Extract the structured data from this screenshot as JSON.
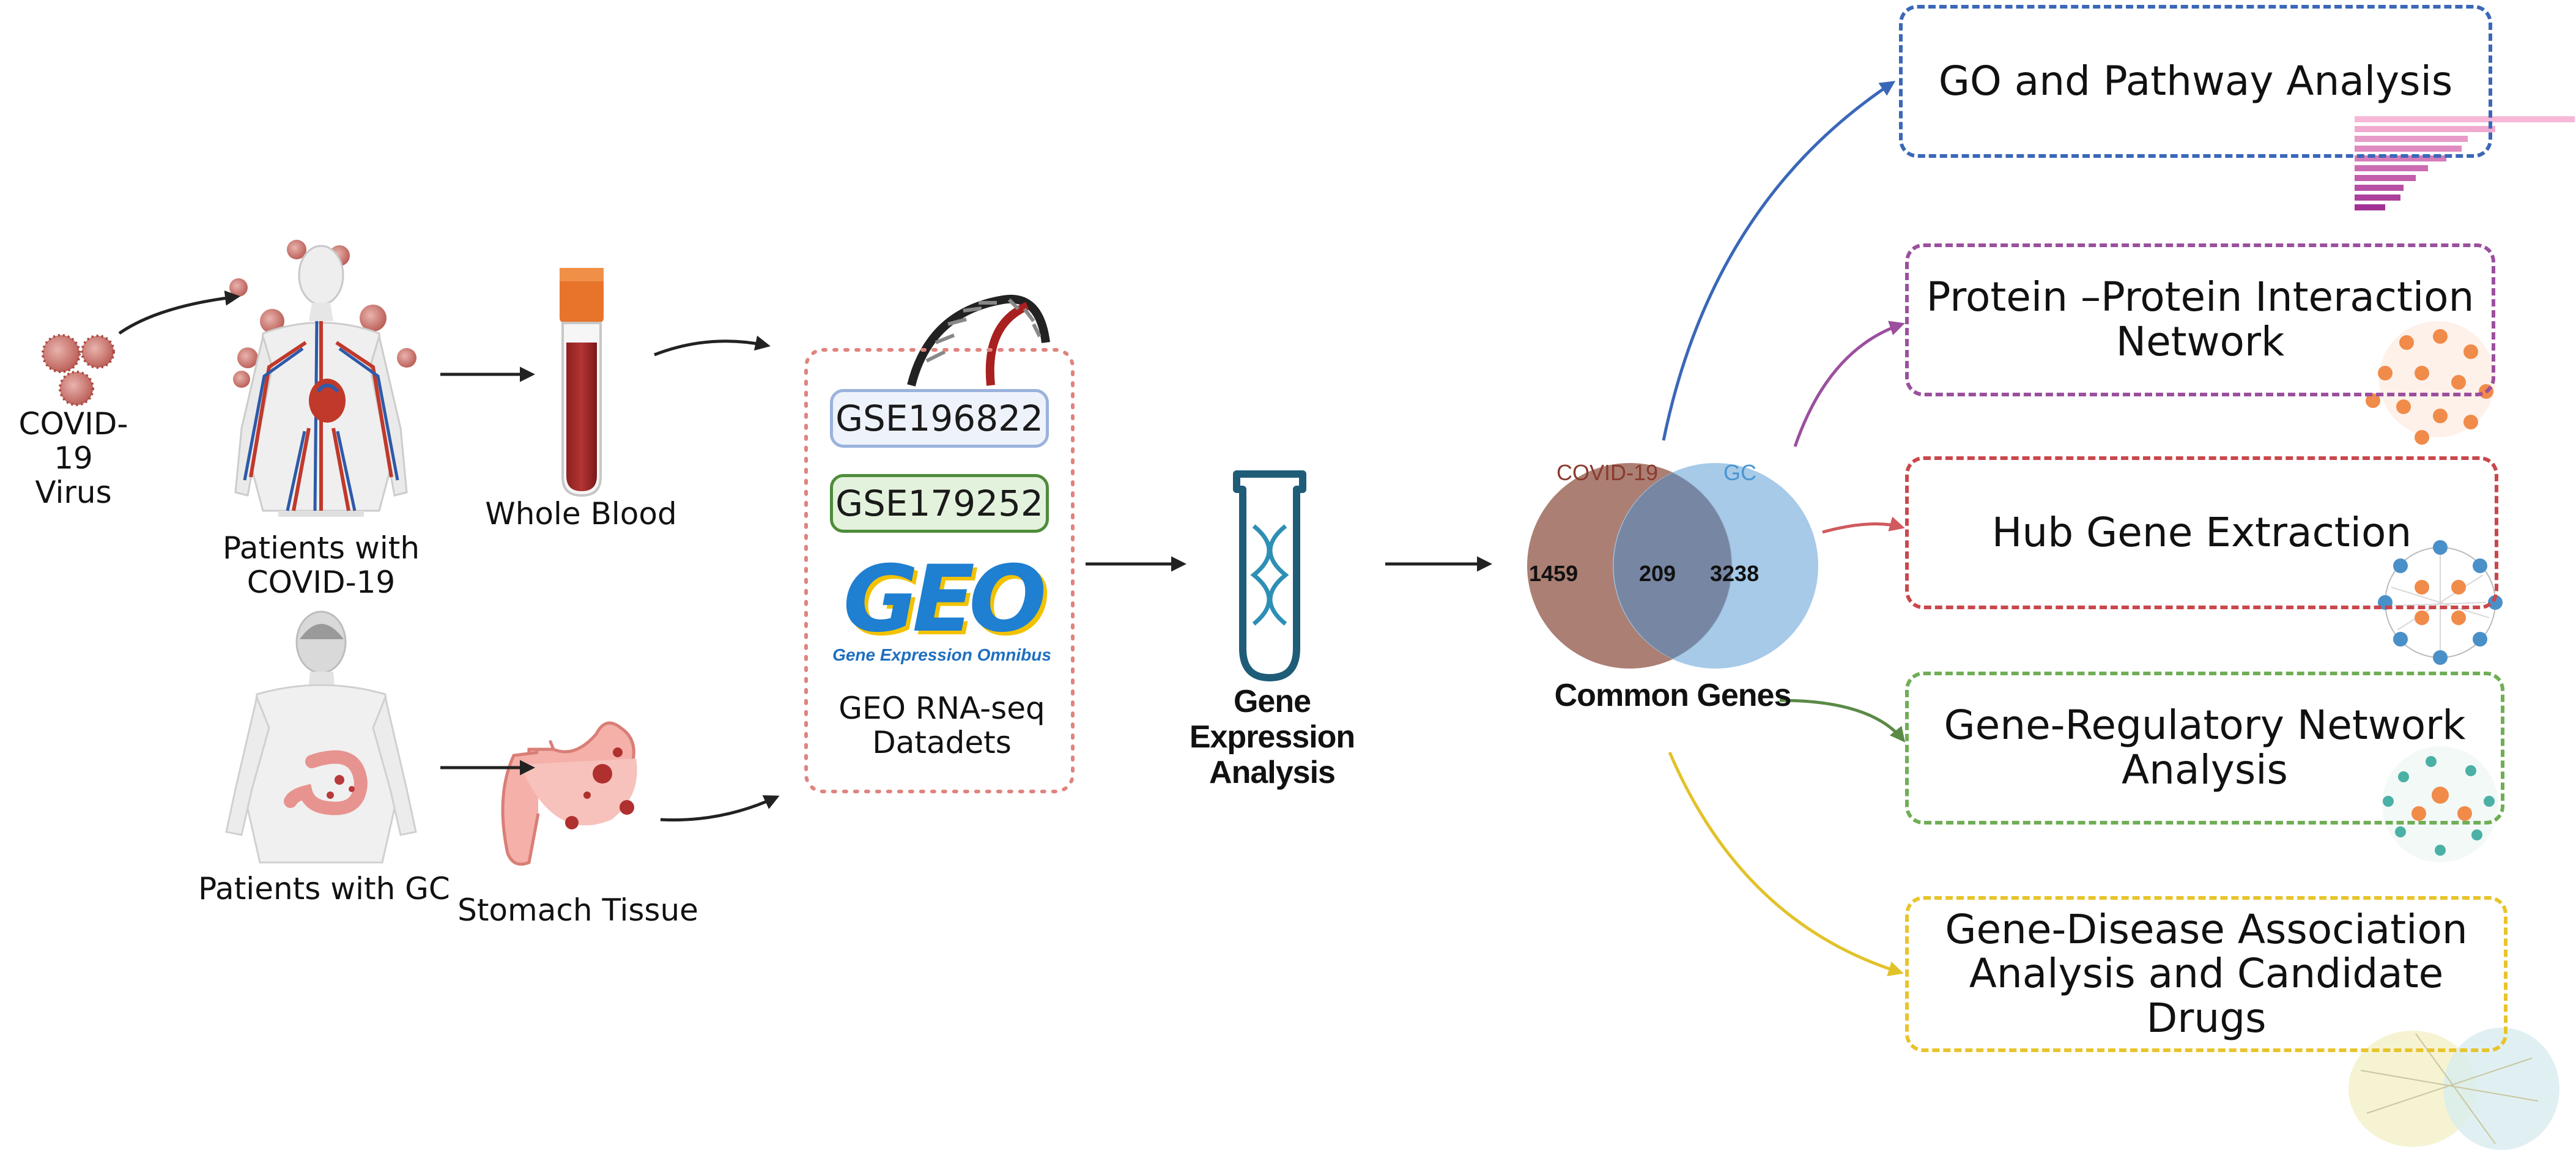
{
  "inputs": {
    "virus_label": "COVID-19\nVirus",
    "patients_covid_label": "Patients with\nCOVID-19",
    "patients_gc_label": "Patients with GC",
    "whole_blood_label": "Whole Blood",
    "stomach_tissue_label": "Stomach Tissue"
  },
  "datasets": {
    "items": [
      "GSE196822",
      "GSE179252"
    ],
    "geo_logo_text": "GEO",
    "geo_logo_subtitle": "Gene Expression Omnibus",
    "caption": "GEO RNA-seq\nDatadets"
  },
  "analysis": {
    "label": "Gene Expression\nAnalysis"
  },
  "venn": {
    "set_a": "COVID-19",
    "set_b": "GC",
    "only_a": "1459",
    "shared": "209",
    "only_b": "3238",
    "caption": "Common Genes",
    "color_a": "#a7786b",
    "color_b": "#9cc4e6"
  },
  "outputs": [
    {
      "label": "GO and Pathway Analysis",
      "color": "#3a67b8"
    },
    {
      "label": "Protein –Protein Interaction\nNetwork",
      "color": "#9b4f9e"
    },
    {
      "label": "Hub Gene Extraction",
      "color": "#c9474c"
    },
    {
      "label": "Gene-Regulatory Network\nAnalysis",
      "color": "#6fae55"
    },
    {
      "label": "Gene-Disease Association\nAnalysis and Candidate Drugs",
      "color": "#e8c42b"
    }
  ]
}
